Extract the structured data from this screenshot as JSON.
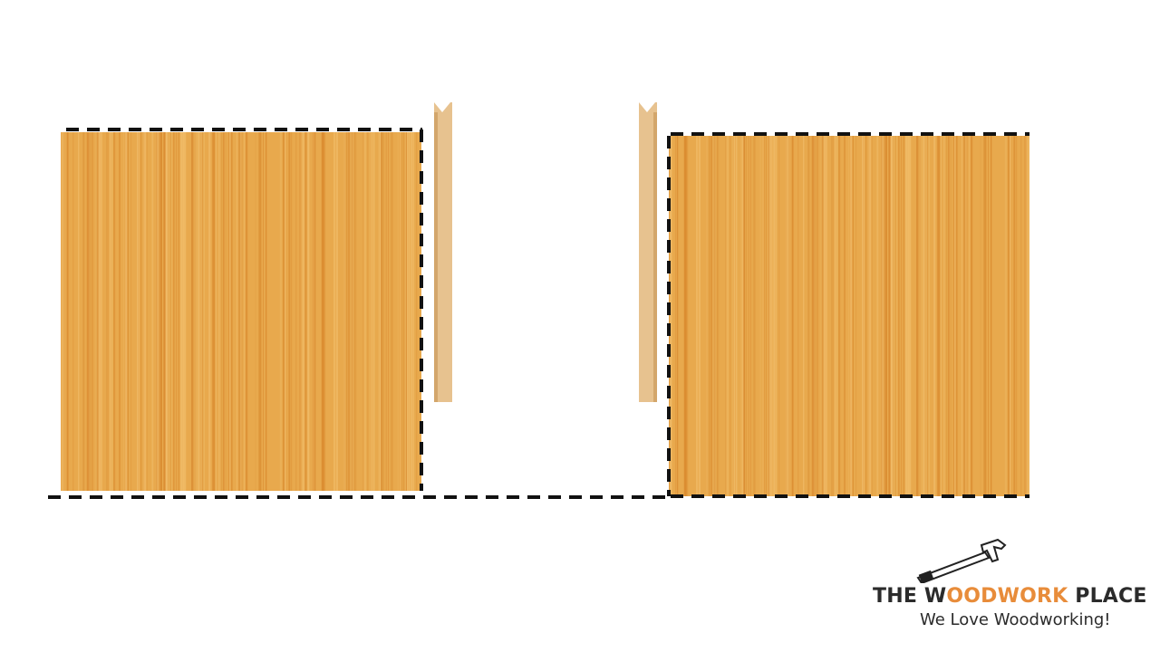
{
  "figure": {
    "left_panel": {
      "label": "left-wood-panel"
    },
    "right_panel": {
      "label": "right-wood-panel"
    },
    "colors": {
      "wood_base": "#e8a94d",
      "wood_grain_dark": "#d8882c",
      "wood_grain_light": "#f2c06e",
      "trim_strip": "#e7c28f",
      "trim_shadow": "#d3a66b",
      "dashed_outline": "#111111"
    }
  },
  "logo": {
    "title_part1": "THE W",
    "title_accent": "OODWORK",
    "title_part2": " PLACE",
    "tagline": "We Love Woodworking!",
    "icon": "hammer-icon",
    "accent_color": "#e88c3a"
  }
}
